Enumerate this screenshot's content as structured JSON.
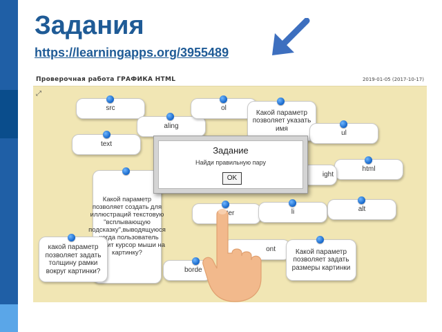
{
  "slide": {
    "title": "Задания",
    "link": "https://learningapps.org/3955489"
  },
  "icons": {
    "arrow": "arrow-down-left-icon",
    "hand": "pointing-hand-icon",
    "pin": "pin-icon",
    "expand": "expand-icon"
  },
  "colors": {
    "title": "#1f5b96",
    "board_bg": "#f1e6b4",
    "pin": "#1e73d6",
    "arrow": "#3d6fbf",
    "hand": "#f2b98c",
    "sidebar": [
      "#1f5fa6",
      "#0a4d8c",
      "#1f5fa6",
      "#5aa6e8"
    ]
  },
  "app": {
    "title": "Проверочная работа ГРАФИКА HTML",
    "date": "2019-01-05 (2017-10-17)"
  },
  "cards": [
    {
      "text": "src"
    },
    {
      "text": "aling"
    },
    {
      "text": "ol"
    },
    {
      "text": "Какой параметр позволяет указать имя"
    },
    {
      "text": "ul"
    },
    {
      "text": "text"
    },
    {
      "text": "html"
    },
    {
      "text": "ight"
    },
    {
      "text": "Какой параметр позволяет создать для иллюстраций текстовую \"всплывающую подсказку\",выводящуюся , когда пользователь наводит курсор мыши на картинку?"
    },
    {
      "text": "enter"
    },
    {
      "text": "li"
    },
    {
      "text": "alt"
    },
    {
      "text": "какой параметр позволяет задать толщину рамки вокруг картинки?"
    },
    {
      "text": "ont"
    },
    {
      "text": "Какой параметр позволяет задать размеры картинки"
    },
    {
      "text": "borde"
    }
  ],
  "dialog": {
    "title": "Задание",
    "text": "Найди правильную пару",
    "ok": "OK"
  }
}
